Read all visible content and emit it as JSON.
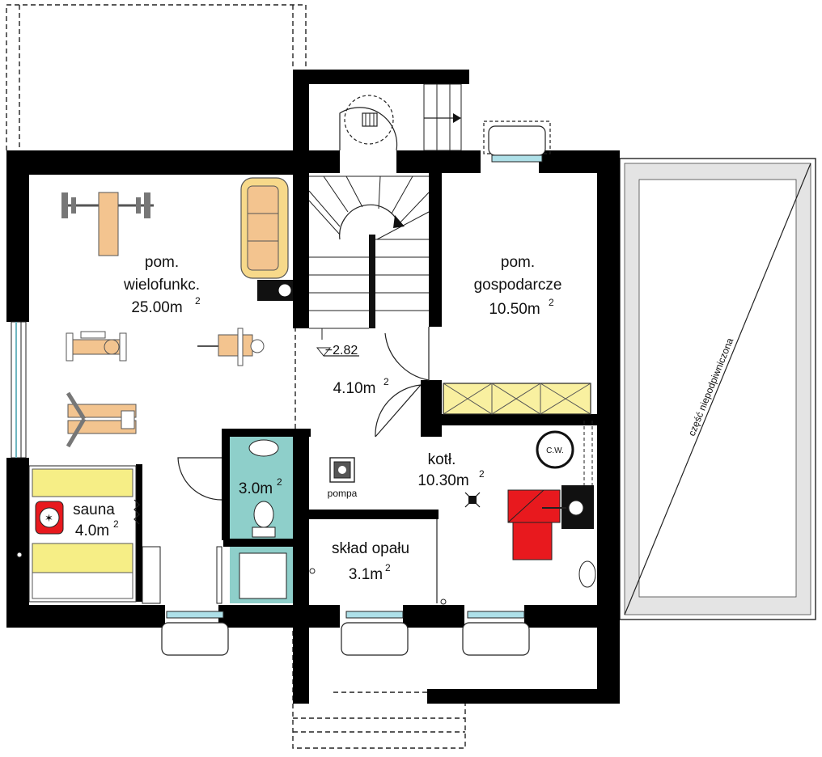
{
  "rooms": {
    "multi": {
      "name": "pom.",
      "name2": "wielofunkc.",
      "area": "25.00m",
      "sup": "2"
    },
    "utility": {
      "name": "pom.",
      "name2": "gospodarcze",
      "area": "10.50m",
      "sup": "2"
    },
    "hall": {
      "level": "−2.82",
      "area": "4.10m",
      "sup": "2"
    },
    "boiler": {
      "name": "kotł.",
      "area": "10.30m",
      "sup": "2"
    },
    "bath": {
      "area": "3.0m",
      "sup": "2"
    },
    "sauna": {
      "name": "sauna",
      "area": "4.0m",
      "sup": "2"
    },
    "fuel": {
      "name": "skład opału",
      "area": "3.1m",
      "sup": "2"
    }
  },
  "labels": {
    "pump": "pompa",
    "cw": "C.W.",
    "unexcavated": "część niepodpiwniczona"
  },
  "colors": {
    "wall": "#000000",
    "bathroom": "#8ecfca",
    "sofa": "#f7d98a",
    "equipment": "#f3c48f",
    "sauna_bench": "#f6ee86",
    "boiler": "#e8191e",
    "storage": "#f9f0a0"
  }
}
